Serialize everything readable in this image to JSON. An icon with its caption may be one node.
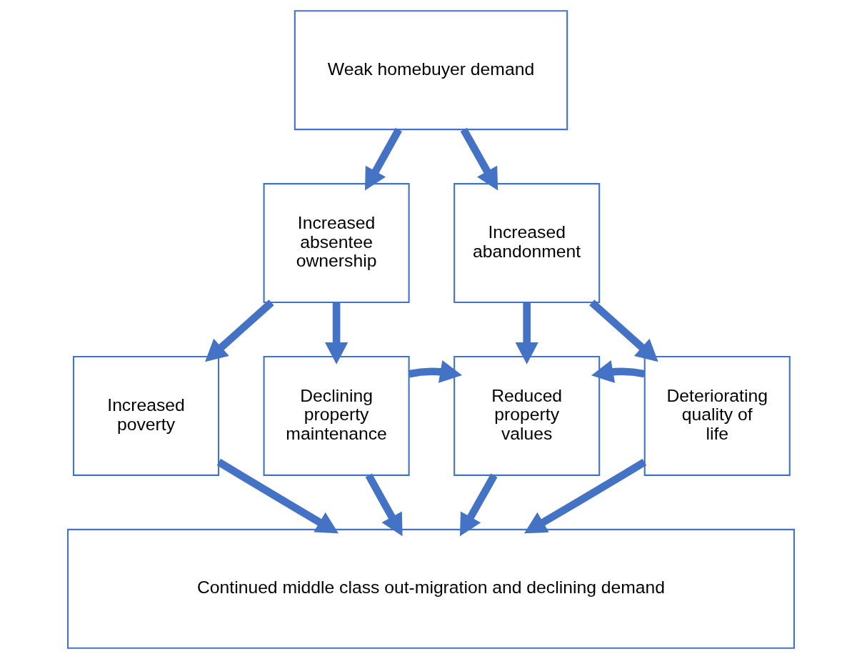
{
  "diagram": {
    "nodes": [
      {
        "text": [
          "Weak homebuyer demand"
        ]
      },
      {
        "text": [
          "Increased absentee ownership"
        ]
      },
      {
        "text": [
          "Increased abandonment"
        ]
      },
      {
        "text": [
          "Increased poverty"
        ]
      },
      {
        "text": [
          "Declining property maintenance"
        ]
      },
      {
        "text": [
          "Reduced property values"
        ]
      },
      {
        "text": [
          "Deteriorating quality of life"
        ]
      },
      {
        "text": [
          "Continued middle class out-migration and declining demand"
        ]
      }
    ],
    "edges": [
      {
        "from": 0,
        "to": 1,
        "arrow": "to"
      },
      {
        "from": 0,
        "to": 2,
        "arrow": "to"
      },
      {
        "from": 1,
        "to": 3,
        "arrow": "to"
      },
      {
        "from": 1,
        "to": 4,
        "arrow": "to"
      },
      {
        "from": 2,
        "to": 5,
        "arrow": "to"
      },
      {
        "from": 2,
        "to": 6,
        "arrow": "to"
      },
      {
        "from": 4,
        "to": 5,
        "arrow": "to"
      },
      {
        "from": 6,
        "to": 5,
        "arrow": "to"
      },
      {
        "from": 3,
        "to": 7,
        "arrow": "to"
      },
      {
        "from": 4,
        "to": 7,
        "arrow": "to"
      },
      {
        "from": 5,
        "to": 7,
        "arrow": "to"
      },
      {
        "from": 6,
        "to": 7,
        "arrow": "to"
      }
    ]
  }
}
